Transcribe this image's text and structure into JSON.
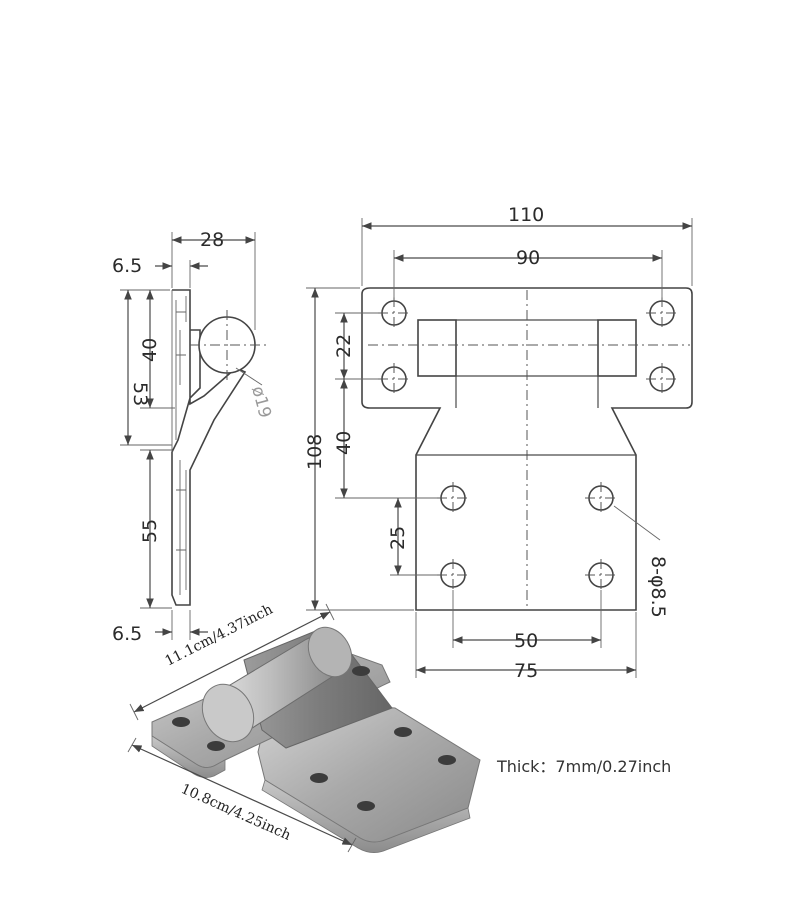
{
  "side_view": {
    "dim_top_width": "28",
    "dim_top_offset": "6.5",
    "dim_hole_spacing_upper": "40",
    "dim_upper_height": "53",
    "dim_pin_diameter": "ø19",
    "dim_lower_height": "55",
    "dim_bottom_offset": "6.5"
  },
  "front_view": {
    "dim_overall_width": "110",
    "dim_upper_hole_spacing": "90",
    "dim_upper_vertical_spacing": "22",
    "dim_overall_height": "108",
    "dim_upper_to_lower": "40",
    "dim_lower_vertical_spacing": "25",
    "dim_holes_callout": "8-φ8.5",
    "dim_lower_hole_spacing": "50",
    "dim_lower_width": "75"
  },
  "product_photo": {
    "length_label": "11.1cm/4.37inch",
    "width_label": "10.8cm/4.25inch",
    "thickness_label": "Thick：7mm/0.27inch"
  }
}
